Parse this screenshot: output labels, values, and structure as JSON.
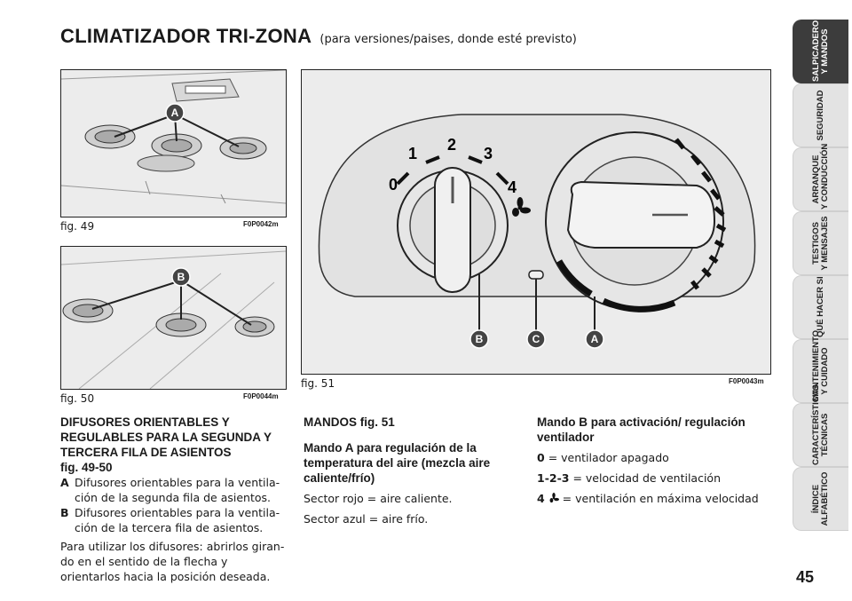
{
  "title": "CLIMATIZADOR TRI-ZONA",
  "subtitle": "(para versiones/paises, donde esté previsto)",
  "figures": {
    "fig49": {
      "caption": "fig. 49",
      "code": "F0P0042m",
      "callout": "A"
    },
    "fig50": {
      "caption": "fig. 50",
      "code": "F0P0044m",
      "callout": "B"
    },
    "fig51": {
      "caption": "fig. 51",
      "code": "F0P0043m",
      "speeds": [
        "0",
        "1",
        "2",
        "3",
        "4"
      ],
      "callouts": [
        "B",
        "C",
        "A"
      ]
    }
  },
  "col1": {
    "heading": "DIFUSORES ORIENTABLES Y REGULABLES PARA LA SEGUNDA Y TERCERA FILA DE ASIENTOS",
    "figref": "fig. 49-50",
    "items": [
      {
        "key": "A",
        "text": "Difusores orientables para la ventila­ción de la segunda fila de asientos."
      },
      {
        "key": "B",
        "text": "Difusores orientables para la ventila­ción de la tercera fila de asientos."
      }
    ],
    "para": "Para utilizar los difusores: abrirlos giran­do en el sentido de la flecha y orientarlos hacia la posición deseada."
  },
  "col2": {
    "heading": "MANDOS fig. 51",
    "subheading": "Mando A para regulación de la temperatura del aire (mezcla aire caliente/frío)",
    "line1": "Sector rojo = aire caliente.",
    "line2": "Sector azul = aire frío."
  },
  "col3": {
    "heading": "Mando B para activación/ regulación ventilador",
    "items": [
      {
        "key": "0",
        "text": "= ventilador apagado"
      },
      {
        "key": "1-2-3",
        "text": "= velocidad de ventilación"
      },
      {
        "key": "4",
        "text": "= ventilación en máxima velocidad"
      }
    ]
  },
  "tabs": [
    "SALPICADERO\nY MANDOS",
    "SEGURIDAD",
    "ARRANQUE\nY CONDUCCIÓN",
    "TESTIGOS\nY MENSAJES",
    "QUÉ HACER SI",
    "MANTENIMIENTO\nY CUIDADO",
    "CARACTERÍSTICAS\nTÉCNICAS",
    "ÍNDICE\nALFABÉTICO"
  ],
  "page_number": "45",
  "colors": {
    "active_tab": "#3c3c3c",
    "tab": "#e3e3e3",
    "figure_bg": "#ececec"
  }
}
